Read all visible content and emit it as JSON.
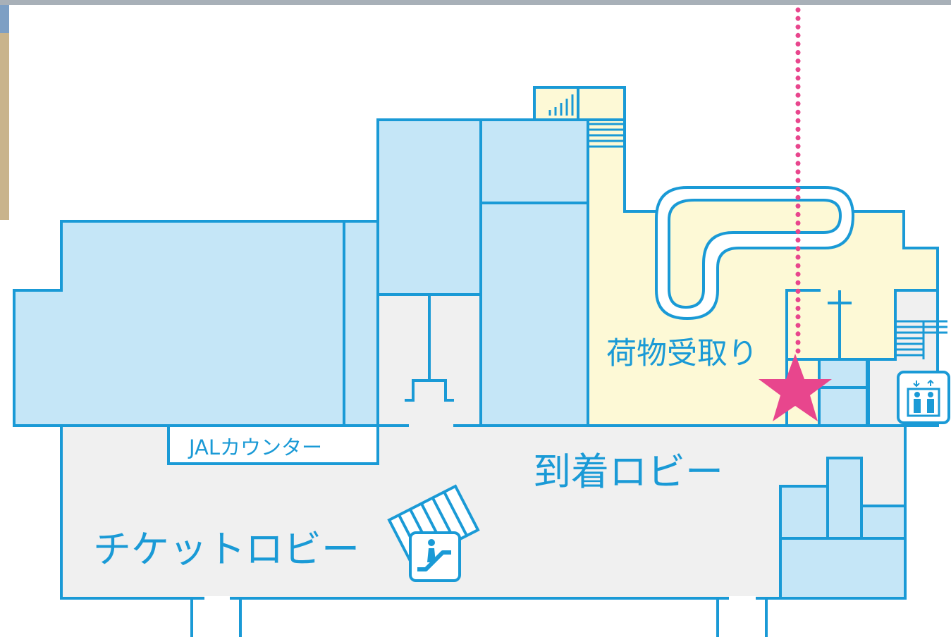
{
  "labels": {
    "baggage_claim": "荷物受取り",
    "arrival_lobby": "到着ロビー",
    "ticket_lobby": "チケットロビー",
    "jal_counter": "JALカウンター"
  },
  "icons": {
    "current_location": "star-icon",
    "escalator": "escalator-icon",
    "elevator": "elevator-icon",
    "stairs": "stairs-icon",
    "baggage_carousel": "baggage-carousel-icon",
    "route": "dotted-route-line"
  },
  "colors": {
    "line": "#1a9ad6",
    "room_fill": "#c5e6f7",
    "baggage_area_fill": "#fdf9d6",
    "lobby_fill": "#f0f0f0",
    "marker": "#e8468d",
    "photo_strip": "#9aa3ab"
  }
}
